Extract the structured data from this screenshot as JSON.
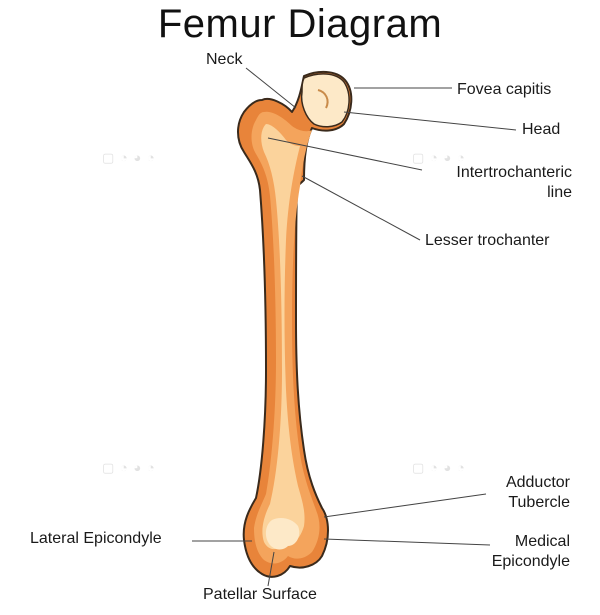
{
  "title": "Femur Diagram",
  "labels": {
    "neck": "Neck",
    "fovea_capitis": "Fovea capitis",
    "head": "Head",
    "intertrochanteric_line_1": "Intertrochanteric",
    "intertrochanteric_line_2": "line",
    "lesser_trochanter": "Lesser trochanter",
    "adductor_tubercle_1": "Adductor",
    "adductor_tubercle_2": "Tubercle",
    "lateral_epicondyle": "Lateral Epicondyle",
    "medical_epicondyle_1": "Medical",
    "medical_epicondyle_2": "Epicondyle",
    "patellar_surface": "Patellar Surface"
  },
  "colors": {
    "bone_outer": "#e8843a",
    "bone_mid": "#f4a45c",
    "bone_light": "#fbd39c",
    "bone_highlight": "#fde9c8",
    "outline": "#3a2a1c",
    "leader": "#444444"
  }
}
